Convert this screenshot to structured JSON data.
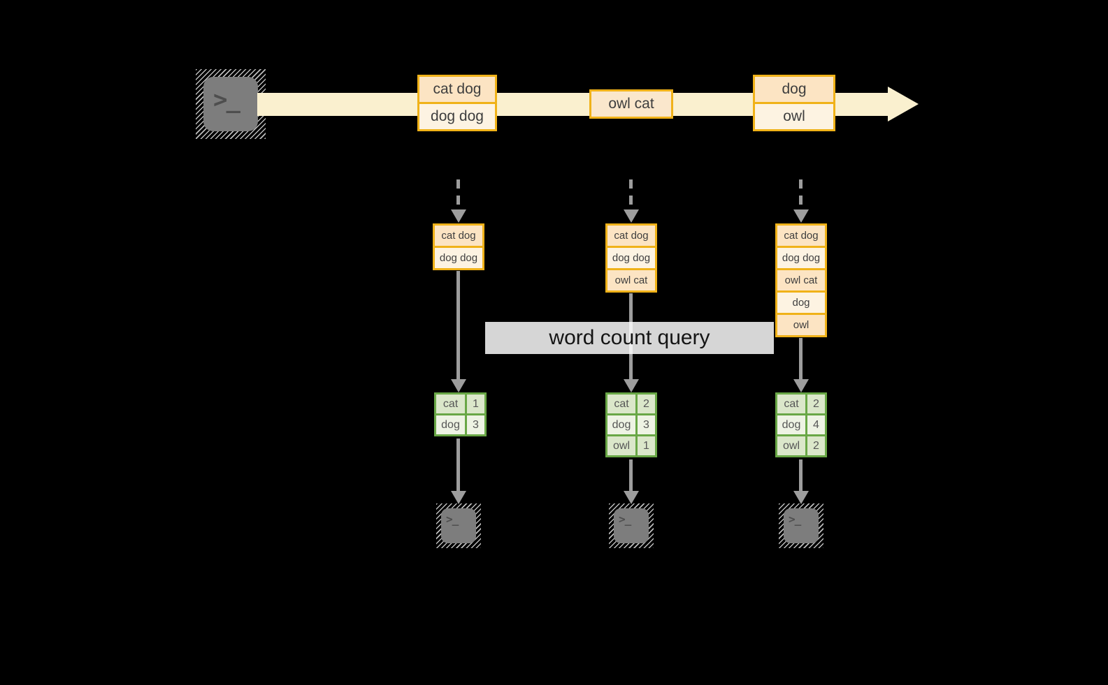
{
  "diagram_title": "streaming word count query dataflow",
  "colors": {
    "background": "#000000",
    "stream_band": "#faf0cf",
    "amber_border": "#f0b219",
    "peach_fill": "#fce4c3",
    "cream_fill": "#fdf3e2",
    "green_border": "#69a746",
    "sage_dark": "#dbe7ca",
    "sage_light": "#eef3e4",
    "arrow_gray": "#9d9d9d",
    "terminal_gray": "#7d7d7d"
  },
  "source": {
    "icon": "terminal-icon",
    "glyph": ">_"
  },
  "sinks": {
    "icon": "terminal-icon",
    "glyph": ">_"
  },
  "stream": {
    "messages": [
      {
        "lines": [
          "cat dog",
          "dog dog"
        ]
      },
      {
        "lines": [
          "owl cat"
        ]
      },
      {
        "lines": [
          "dog",
          "owl"
        ]
      }
    ]
  },
  "query_label": "word count query",
  "columns": [
    {
      "buffer": [
        "cat dog",
        "dog dog"
      ],
      "counts": [
        {
          "word": "cat",
          "count": "1"
        },
        {
          "word": "dog",
          "count": "3"
        }
      ]
    },
    {
      "buffer": [
        "cat dog",
        "dog dog",
        "owl cat"
      ],
      "counts": [
        {
          "word": "cat",
          "count": "2"
        },
        {
          "word": "dog",
          "count": "3"
        },
        {
          "word": "owl",
          "count": "1"
        }
      ]
    },
    {
      "buffer": [
        "cat dog",
        "dog dog",
        "owl cat",
        "dog",
        "owl"
      ],
      "counts": [
        {
          "word": "cat",
          "count": "2"
        },
        {
          "word": "dog",
          "count": "4"
        },
        {
          "word": "owl",
          "count": "2"
        }
      ]
    }
  ]
}
